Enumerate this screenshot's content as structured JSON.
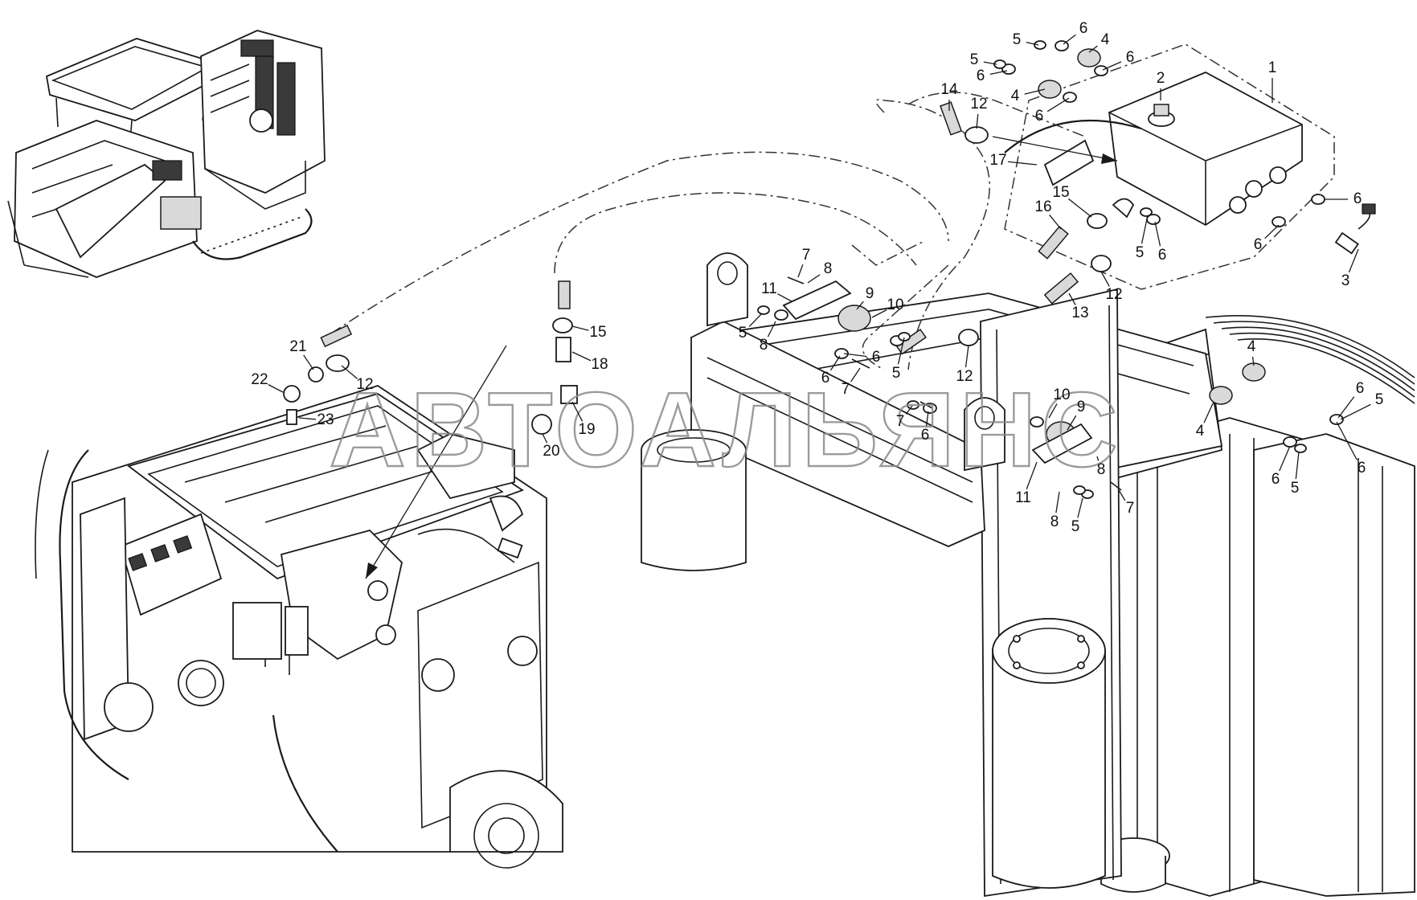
{
  "watermark": "АВТОАЛЬЯНС",
  "callouts": [
    {
      "id": "c1",
      "text": "1"
    },
    {
      "id": "c2",
      "text": "2"
    },
    {
      "id": "c3",
      "text": "3"
    },
    {
      "id": "c4a",
      "text": "4"
    },
    {
      "id": "c4b",
      "text": "4"
    },
    {
      "id": "c4c",
      "text": "4"
    },
    {
      "id": "c4d",
      "text": "4"
    },
    {
      "id": "c5a",
      "text": "5"
    },
    {
      "id": "c5b",
      "text": "5"
    },
    {
      "id": "c5c",
      "text": "5"
    },
    {
      "id": "c5d",
      "text": "5"
    },
    {
      "id": "c5e",
      "text": "5"
    },
    {
      "id": "c5f",
      "text": "5"
    },
    {
      "id": "c5g",
      "text": "5"
    },
    {
      "id": "c5h",
      "text": "5"
    },
    {
      "id": "c6a",
      "text": "6"
    },
    {
      "id": "c6b",
      "text": "6"
    },
    {
      "id": "c6c",
      "text": "6"
    },
    {
      "id": "c6d",
      "text": "6"
    },
    {
      "id": "c6e",
      "text": "6"
    },
    {
      "id": "c6f",
      "text": "6"
    },
    {
      "id": "c6g",
      "text": "6"
    },
    {
      "id": "c6h",
      "text": "6"
    },
    {
      "id": "c6i",
      "text": "6"
    },
    {
      "id": "c6j",
      "text": "6"
    },
    {
      "id": "c6k",
      "text": "6"
    },
    {
      "id": "c6l",
      "text": "6"
    },
    {
      "id": "c6m",
      "text": "6"
    },
    {
      "id": "c7a",
      "text": "7"
    },
    {
      "id": "c7b",
      "text": "7"
    },
    {
      "id": "c7c",
      "text": "7"
    },
    {
      "id": "c7d",
      "text": "7"
    },
    {
      "id": "c8a",
      "text": "8"
    },
    {
      "id": "c8b",
      "text": "8"
    },
    {
      "id": "c8c",
      "text": "8"
    },
    {
      "id": "c8d",
      "text": "8"
    },
    {
      "id": "c9a",
      "text": "9"
    },
    {
      "id": "c9b",
      "text": "9"
    },
    {
      "id": "c10a",
      "text": "10"
    },
    {
      "id": "c10b",
      "text": "10"
    },
    {
      "id": "c11a",
      "text": "11"
    },
    {
      "id": "c11b",
      "text": "11"
    },
    {
      "id": "c12a",
      "text": "12"
    },
    {
      "id": "c12b",
      "text": "12"
    },
    {
      "id": "c12c",
      "text": "12"
    },
    {
      "id": "c12d",
      "text": "12"
    },
    {
      "id": "c13",
      "text": "13"
    },
    {
      "id": "c14",
      "text": "14"
    },
    {
      "id": "c15a",
      "text": "15"
    },
    {
      "id": "c15b",
      "text": "15"
    },
    {
      "id": "c16",
      "text": "16"
    },
    {
      "id": "c17",
      "text": "17"
    },
    {
      "id": "c18",
      "text": "18"
    },
    {
      "id": "c19",
      "text": "19"
    },
    {
      "id": "c20",
      "text": "20"
    },
    {
      "id": "c21",
      "text": "21"
    },
    {
      "id": "c22",
      "text": "22"
    },
    {
      "id": "c23",
      "text": "23"
    }
  ]
}
